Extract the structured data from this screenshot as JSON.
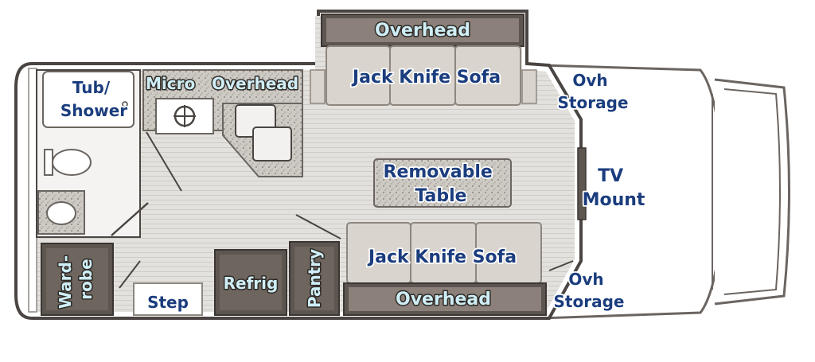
{
  "colors": {
    "floor": "#e3e1dd",
    "wall": "#4a4542",
    "cabinet": "#5d5550",
    "cushion": "#d9d4cd",
    "counter": "#c9c5c0",
    "dark_label": "#1b3d7e",
    "light_label": "#cfeef6"
  },
  "labels": {
    "tub_shower": [
      "Tub/",
      "Shower"
    ],
    "micro": "Micro",
    "overhead_galley": "Overhead",
    "overhead_top": "Overhead",
    "sofa_top": "Jack Knife Sofa",
    "ovh_storage_top": [
      "Ovh",
      "Storage"
    ],
    "removable_table": [
      "Removable",
      "Table"
    ],
    "tv_mount": [
      "TV",
      "Mount"
    ],
    "sofa_bottom": "Jack Knife Sofa",
    "ovh_storage_bottom": [
      "Ovh",
      "Storage"
    ],
    "overhead_bottom": "Overhead",
    "wardrobe": [
      "Ward-",
      "robe"
    ],
    "step": "Step",
    "refrig": "Refrig",
    "pantry": "Pantry"
  }
}
